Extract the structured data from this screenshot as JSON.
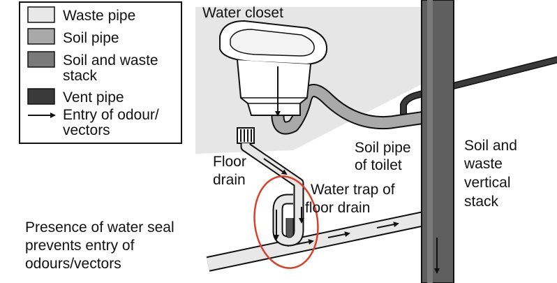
{
  "legend": {
    "items": [
      {
        "label": "Waste pipe",
        "swatch": "#e8e8e8"
      },
      {
        "label": "Soil pipe",
        "swatch": "#a9a9a9"
      },
      {
        "label_line1": "Soil and waste",
        "label_line2": "stack",
        "swatch": "#7a7a7a"
      },
      {
        "label": "Vent pipe",
        "swatch": "#3a3a3a"
      },
      {
        "label_line1": "Entry of odour/",
        "label_line2": "vectors"
      }
    ]
  },
  "labels": {
    "water_closet": "Water closet",
    "soil_pipe_line1": "Soil pipe",
    "soil_pipe_line2": "of toilet",
    "stack_line1": "Soil and",
    "stack_line2": "waste",
    "stack_line3": "vertical",
    "stack_line4": "stack",
    "floor_drain_line1": "Floor",
    "floor_drain_line2": "drain",
    "trap_line1": "Water trap of",
    "trap_line2": "floor drain",
    "seal_line1": "Presence of water seal",
    "seal_line2": "prevents entry of",
    "seal_line3": "odours/vectors"
  },
  "colors": {
    "waste": "#e8e8e8",
    "soil": "#a9a9a9",
    "stack": "#7a7a7a",
    "vent": "#3a3a3a",
    "highlight": "#d9412b",
    "shade": "#e6e6e6"
  }
}
